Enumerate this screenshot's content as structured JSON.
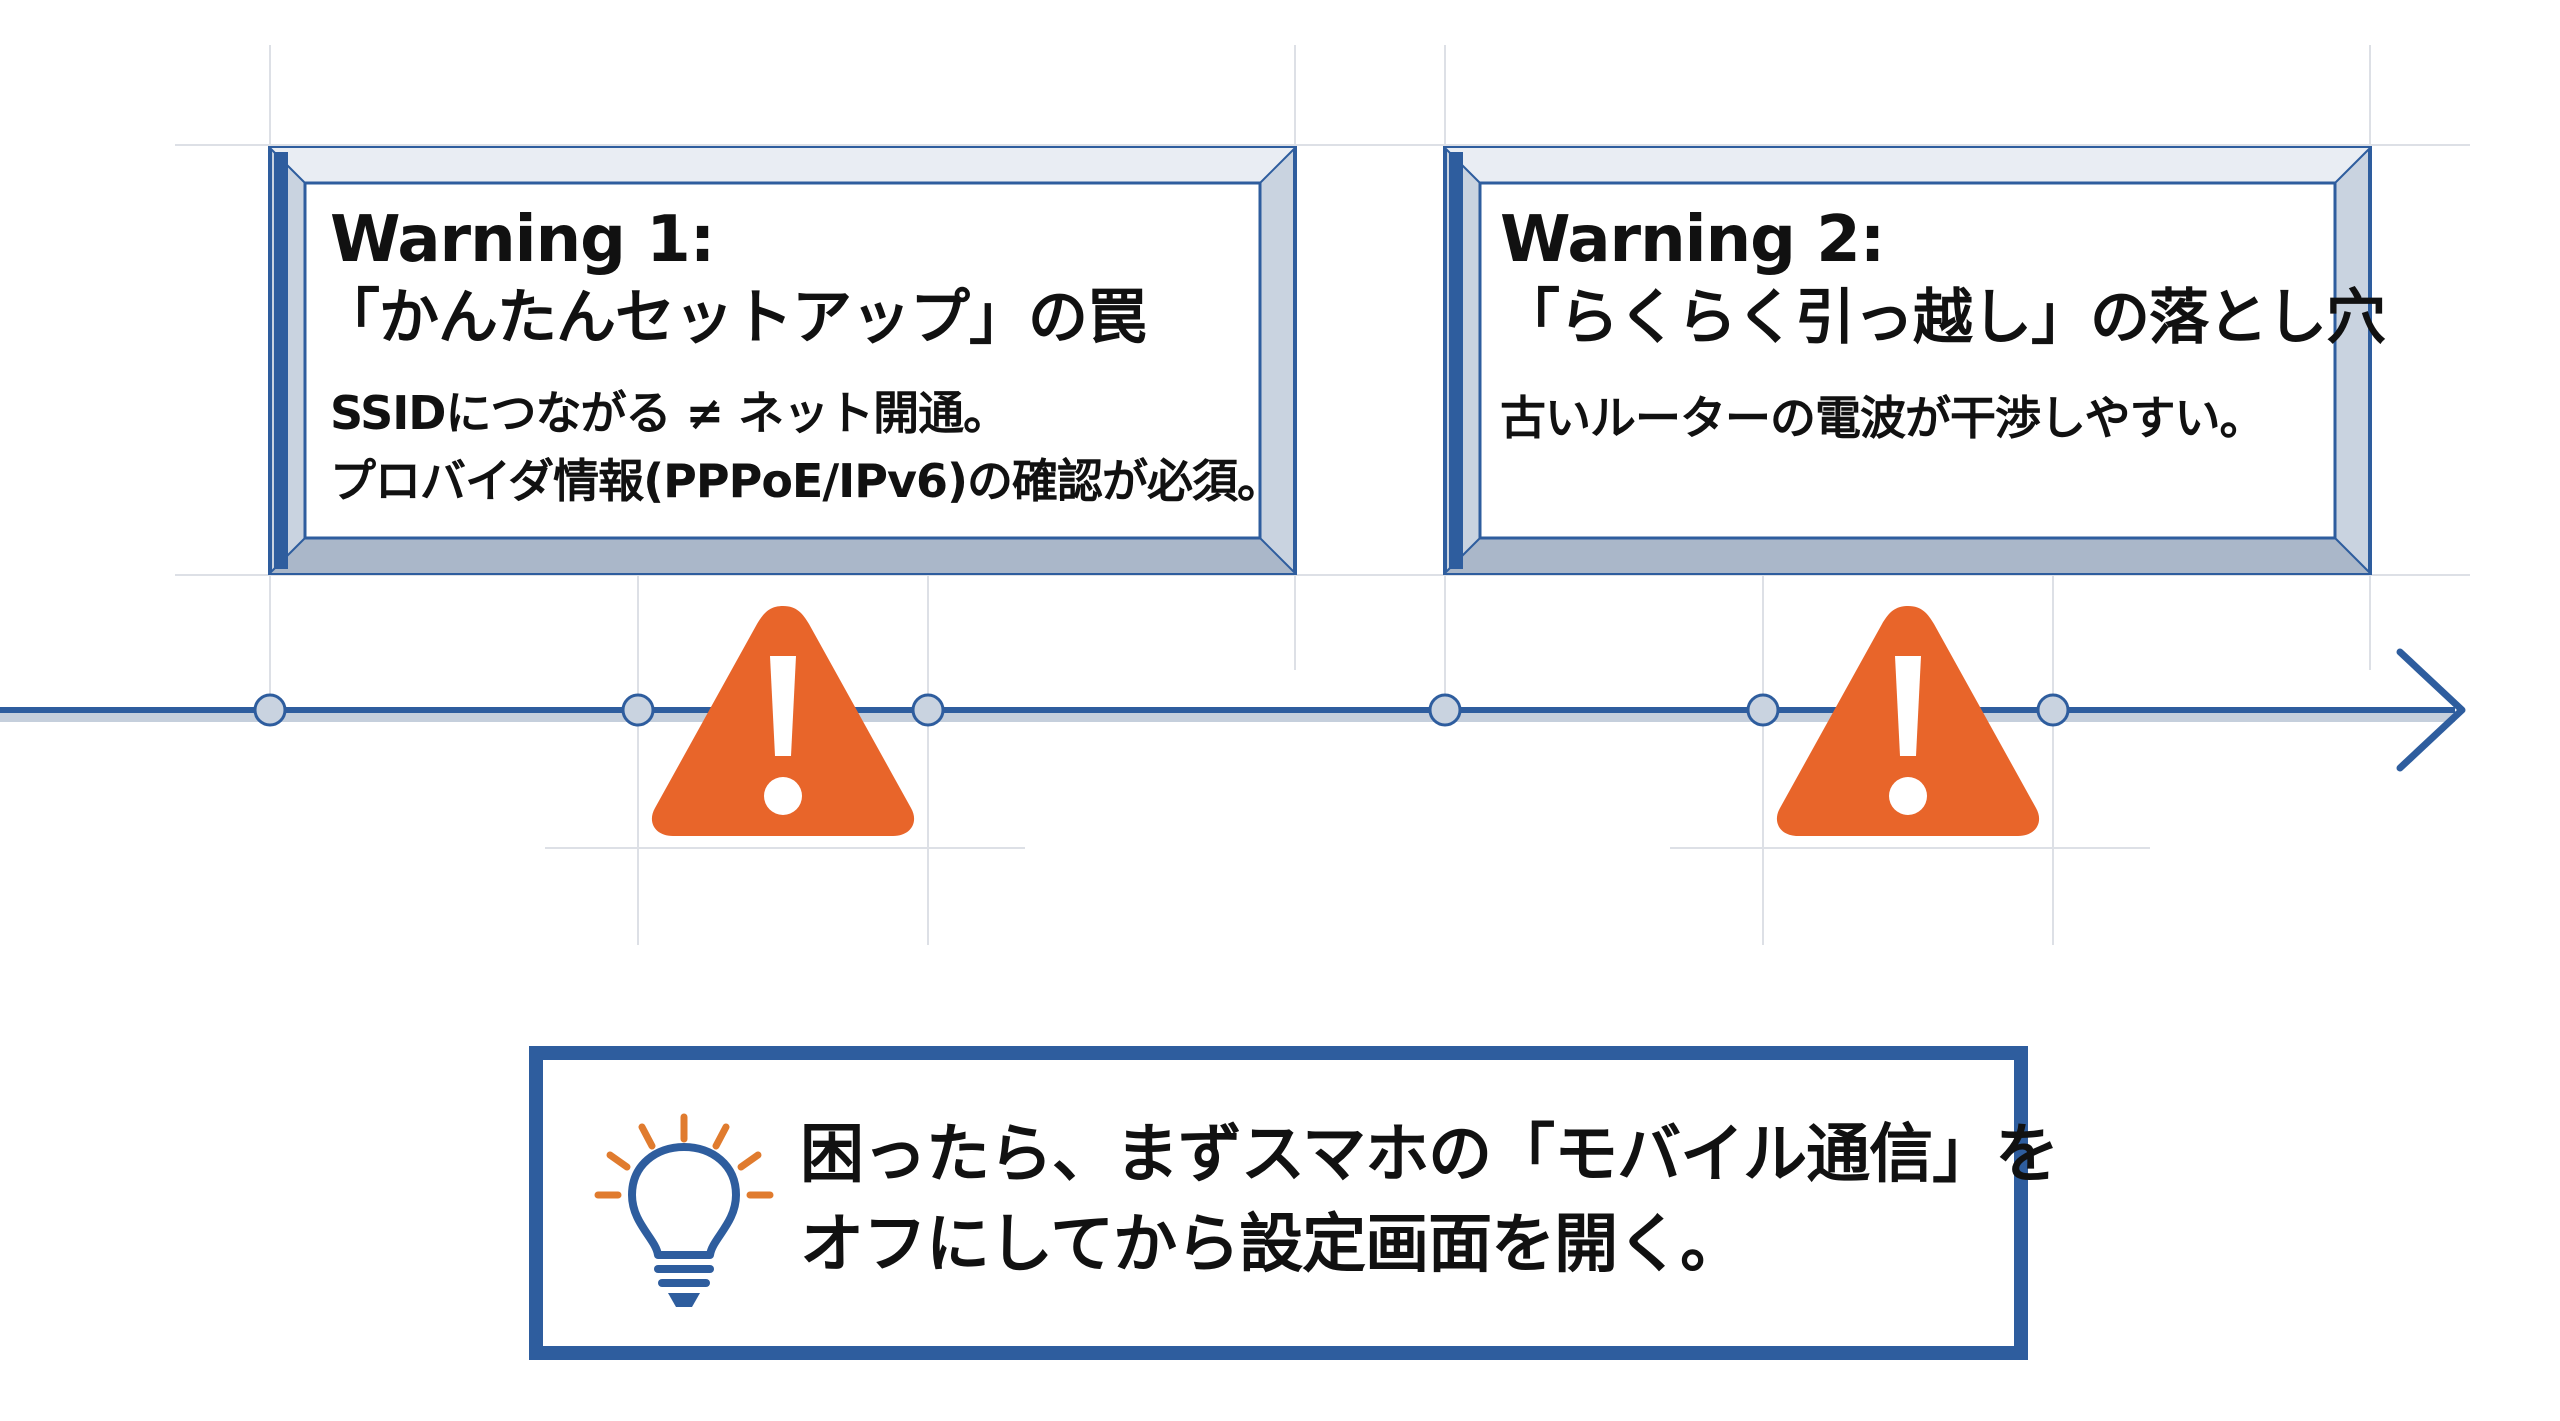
{
  "warnings": [
    {
      "heading": "Warning 1:",
      "subtitle": "「かんたんセットアップ」の罠",
      "lines": [
        "SSIDにつながる ≠ ネット開通。",
        "プロバイダ情報(PPPoE/IPv6)の確認が必須。"
      ]
    },
    {
      "heading": "Warning 2:",
      "subtitle": "「らくらく引っ越し」の落とし穴",
      "lines": [
        "古いルーターの電波が干渉しやすい。"
      ]
    }
  ],
  "tip": {
    "lines": [
      "困ったら、まずスマホの「モバイル通信」を",
      "オフにしてから設定画面を開く。"
    ]
  },
  "colors": {
    "frame_blue": "#2e5d9e",
    "frame_light": "#c9d3e0",
    "warning_orange": "#e8652a",
    "bulb_orange": "#e07b2e",
    "grid_gray": "#dcdfe4"
  },
  "icons": {
    "warning": "warning-triangle-icon",
    "tip": "lightbulb-icon",
    "arrow": "arrow-right-icon"
  }
}
